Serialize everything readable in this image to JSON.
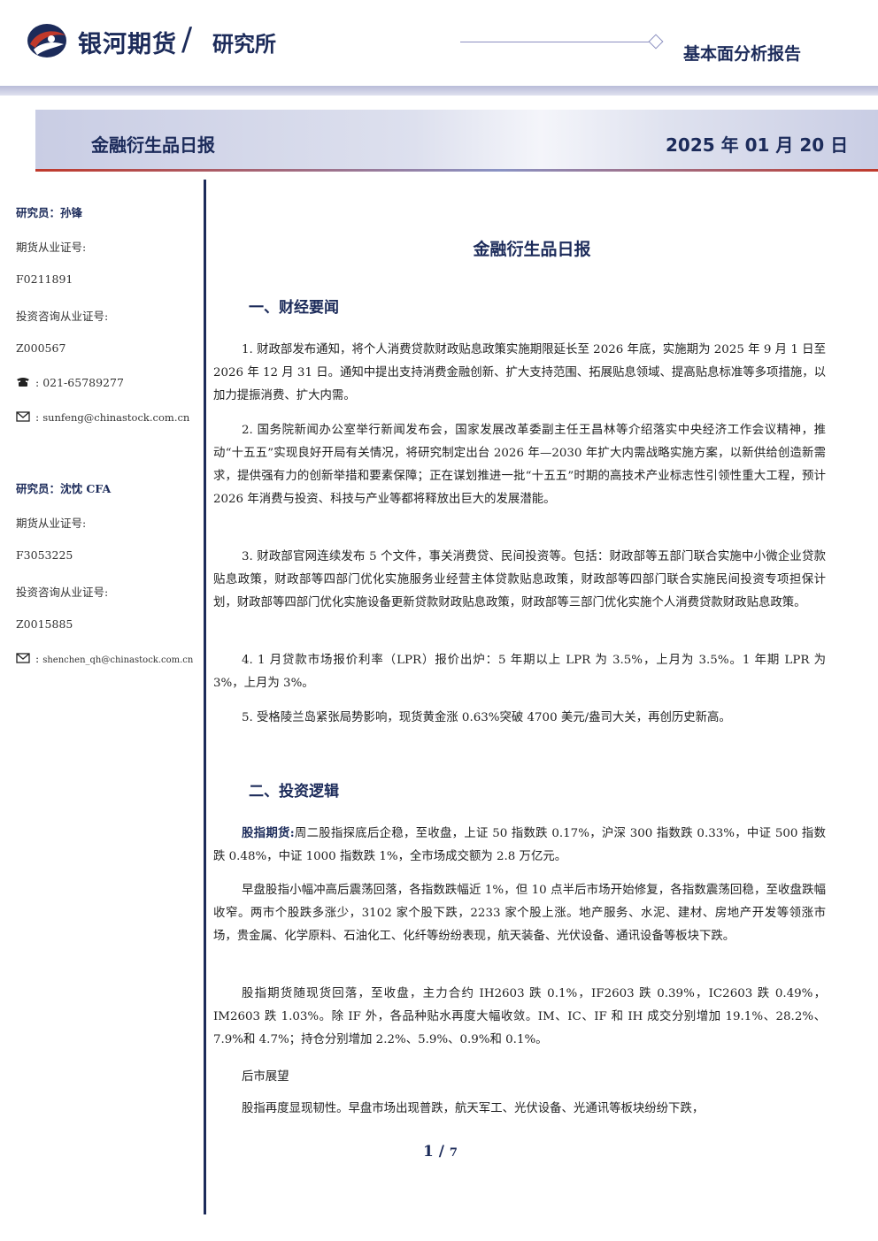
{
  "header": {
    "brand": "银河期货",
    "slash": "/",
    "brand_sub": "研究所",
    "report_type": "基本面分析报告"
  },
  "banner": {
    "title": "金融衍生品日报",
    "date": "2025 年 01 月 20 日"
  },
  "sidebar": {
    "analysts": [
      {
        "label": "研究员：孙锋",
        "futures_cert_label": "期货从业证号:",
        "futures_cert": "F0211891",
        "advisory_cert_label": "投资咨询从业证号:",
        "advisory_cert": "Z000567",
        "phone_sep": ":",
        "phone": "021-65789277",
        "email_sep": ":",
        "email": "sunfeng@chinastock.com.cn"
      },
      {
        "label": "研究员：沈忱 CFA",
        "futures_cert_label": "期货从业证号:",
        "futures_cert": "F3053225",
        "advisory_cert_label": "投资咨询从业证号:",
        "advisory_cert": "Z0015885",
        "email_sep": ":",
        "email": "shenchen_qh@chinastock.com.cn"
      }
    ]
  },
  "main": {
    "title": "金融衍生品日报",
    "section1": {
      "heading": "一、财经要闻",
      "items": [
        "1. 财政部发布通知，将个人消费贷款财政贴息政策实施期限延长至 2026 年底，实施期为 2025 年 9 月 1 日至 2026 年 12 月 31 日。通知中提出支持消费金融创新、扩大支持范围、拓展贴息领域、提高贴息标准等多项措施，以加力提振消费、扩大内需。",
        "2. 国务院新闻办公室举行新闻发布会，国家发展改革委副主任王昌林等介绍落实中央经济工作会议精神，推动“十五五”实现良好开局有关情况，将研究制定出台 2026 年—2030 年扩大内需战略实施方案，以新供给创造新需求，提供强有力的创新举措和要素保障；正在谋划推进一批“十五五”时期的高技术产业标志性引领性重大工程，预计 2026 年消费与投资、科技与产业等都将释放出巨大的发展潜能。",
        "3. 财政部官网连续发布 5 个文件，事关消费贷、民间投资等。包括：财政部等五部门联合实施中小微企业贷款贴息政策，财政部等四部门优化实施服务业经营主体贷款贴息政策，财政部等四部门联合实施民间投资专项担保计划，财政部等四部门优化实施设备更新贷款财政贴息政策，财政部等三部门优化实施个人消费贷款财政贴息政策。",
        "4. 1 月贷款市场报价利率（LPR）报价出炉：5 年期以上 LPR 为 3.5%，上月为 3.5%。1 年期 LPR 为 3%，上月为 3%。",
        "5. 受格陵兰岛紧张局势影响，现货黄金涨 0.63%突破 4700 美元/盎司大关，再创历史新高。"
      ]
    },
    "section2": {
      "heading": "二、投资逻辑",
      "lead_label": "股指期货:",
      "lead_text": "周二股指探底后企稳，至收盘，上证 50 指数跌 0.17%，沪深 300 指数跌 0.33%，中证 500 指数跌 0.48%，中证 1000 指数跌 1%，全市场成交额为 2.8 万亿元。",
      "para2": "早盘股指小幅冲高后震荡回落，各指数跌幅近 1%，但 10 点半后市场开始修复，各指数震荡回稳，至收盘跌幅收窄。两市个股跌多涨少，3102 家个股下跌，2233 家个股上涨。地产服务、水泥、建材、房地产开发等领涨市场，贵金属、化学原料、石油化工、化纤等纷纷表现，航天装备、光伏设备、通讯设备等板块下跌。",
      "para3": "股指期货随现货回落，至收盘，主力合约 IH2603 跌 0.1%，IF2603 跌 0.39%，IC2603 跌 0.49%，IM2603 跌 1.03%。除 IF 外，各品种贴水再度大幅收敛。IM、IC、IF 和 IH 成交分别增加 19.1%、28.2%、7.9%和 4.7%；持仓分别增加 2.2%、5.9%、0.9%和 0.1%。",
      "outlook_label": "后市展望",
      "para4": "股指再度显现韧性。早盘市场出现普跌，航天军工、光伏设备、光通讯等板块纷纷下跌，"
    }
  },
  "footer": {
    "page_current": "1",
    "page_sep": "/",
    "page_total": "7"
  },
  "colors": {
    "brand_navy": "#1c2b5a",
    "brand_red": "#c0392b",
    "band_lavender": "#c9cde4"
  },
  "icons": {
    "logo": "galaxy-futures-logo",
    "phone": "phone-icon",
    "email": "envelope-icon"
  }
}
